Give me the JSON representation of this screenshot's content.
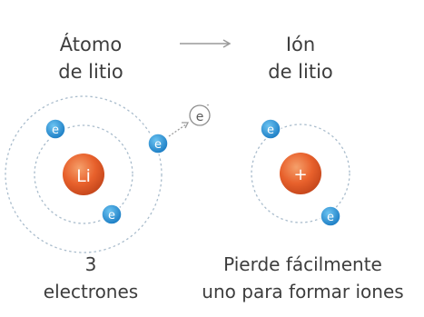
{
  "atom": {
    "title_line1": "Átomo",
    "title_line2": "de litio",
    "nucleus_label": "Li",
    "electron_symbol": "e",
    "caption_line1": "3",
    "caption_line2": "electrones"
  },
  "ion": {
    "title_line1": "Ión",
    "title_line2": "de litio",
    "nucleus_label": "+",
    "electron_symbol": "e",
    "caption_line1": "Pierde fácilmente",
    "caption_line2": "uno para formar iones"
  },
  "lost_electron_symbol": "e",
  "colors": {
    "nucleus": "#e8612c",
    "electron": "#1e8fd6",
    "orbit": "#9fb5c8",
    "arrow": "#9a9a9a"
  }
}
